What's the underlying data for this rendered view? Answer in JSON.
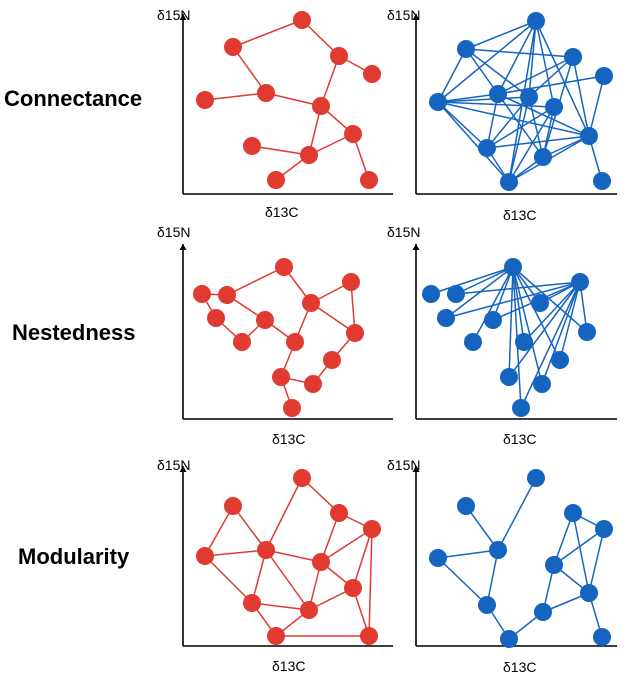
{
  "rows": [
    {
      "label": "Connectance"
    },
    {
      "label": "Nestedness"
    },
    {
      "label": "Modularity"
    }
  ],
  "axes": {
    "x_label": "δ13C",
    "y_label": "δ15N"
  },
  "colors": {
    "red": "#e03a31",
    "blue": "#1565c0",
    "axis": "#000000"
  }
}
